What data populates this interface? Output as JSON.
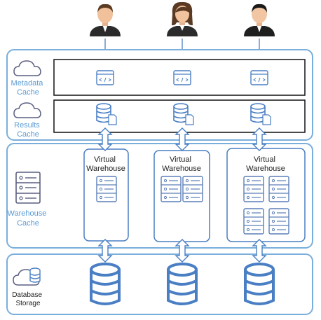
{
  "labels": {
    "metadata_cache": [
      "Metadata",
      "Cache"
    ],
    "results_cache": [
      "Results",
      "Cache"
    ],
    "warehouse_cache": [
      "Warehouse",
      "Cache"
    ],
    "database_storage": [
      "Database",
      "Storage"
    ],
    "virtual_warehouse": [
      "Virtual",
      "Warehouse"
    ]
  },
  "colors": {
    "accent": "#4a7fc4",
    "accent_dark": "#2f6db5",
    "label_blue": "#5b9bd5",
    "panel_border": "#7aaedc",
    "icon_gray": "#5a5f80",
    "arrow_fill": "#ffffff",
    "text_dark": "#222222"
  },
  "users": [
    {
      "icon": "male-user-icon"
    },
    {
      "icon": "female-user-icon"
    },
    {
      "icon": "male-user-icon"
    }
  ],
  "warehouses": [
    {
      "size": "small",
      "servers": 1
    },
    {
      "size": "medium",
      "servers": 2
    },
    {
      "size": "large",
      "servers": 4
    }
  ]
}
